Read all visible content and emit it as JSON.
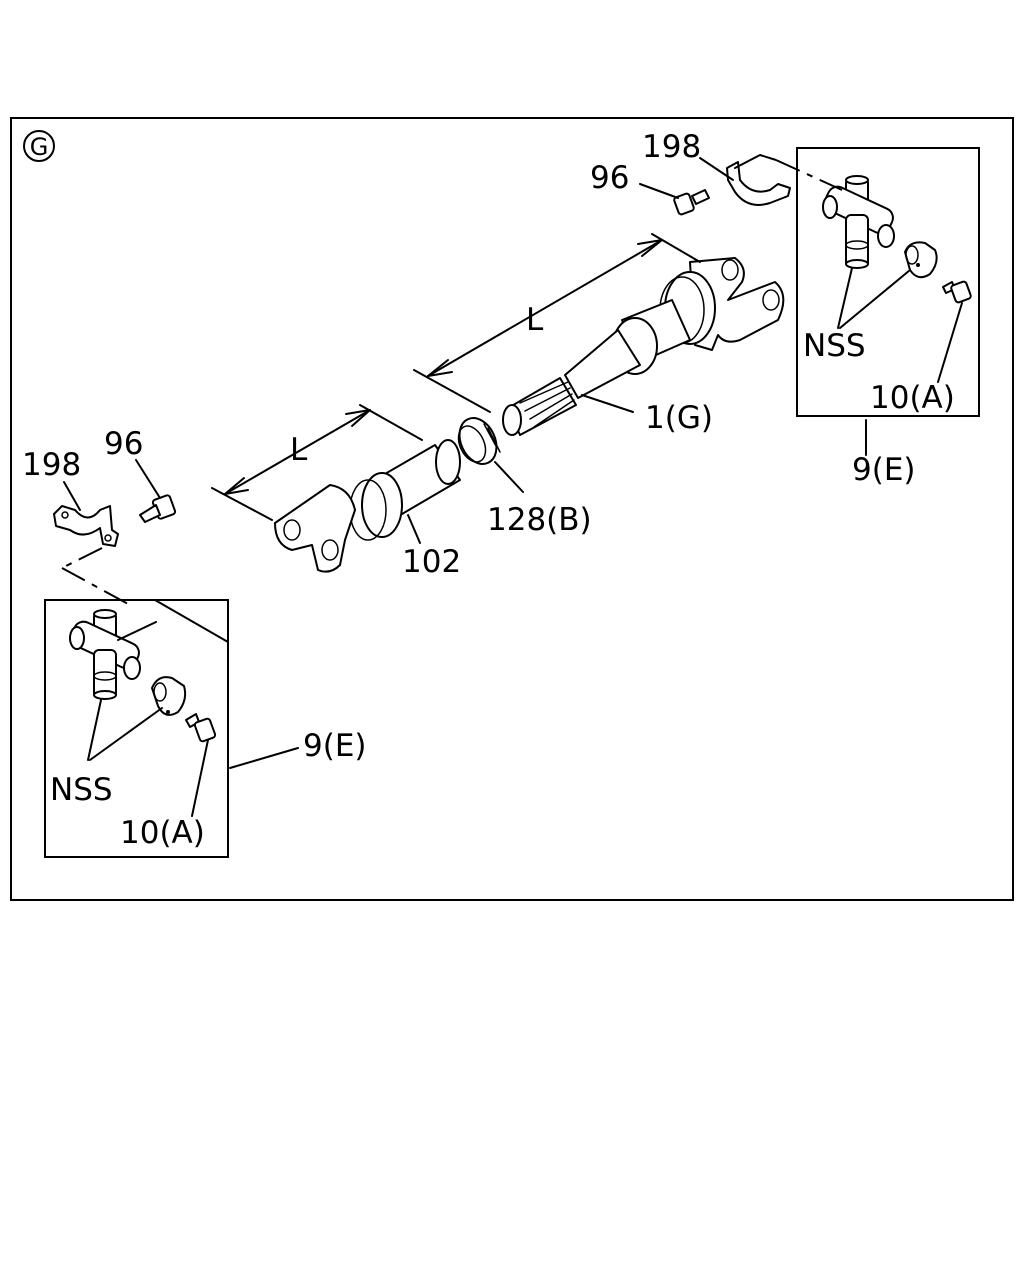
{
  "section_marker": "G",
  "labels": {
    "clamp_top": "198",
    "bolt_top": "96",
    "clamp_left": "198",
    "bolt_left": "96",
    "length_upper": "L",
    "length_lower": "L",
    "shaft_front": "1(G)",
    "ring": "128(B)",
    "yoke_tube": "102",
    "nss_right": "NSS",
    "bolt_kit_right": "10(A)",
    "joint_kit_right": "9(E)",
    "joint_kit_left": "9(E)",
    "nss_left": "NSS",
    "bolt_kit_left": "10(A)"
  }
}
